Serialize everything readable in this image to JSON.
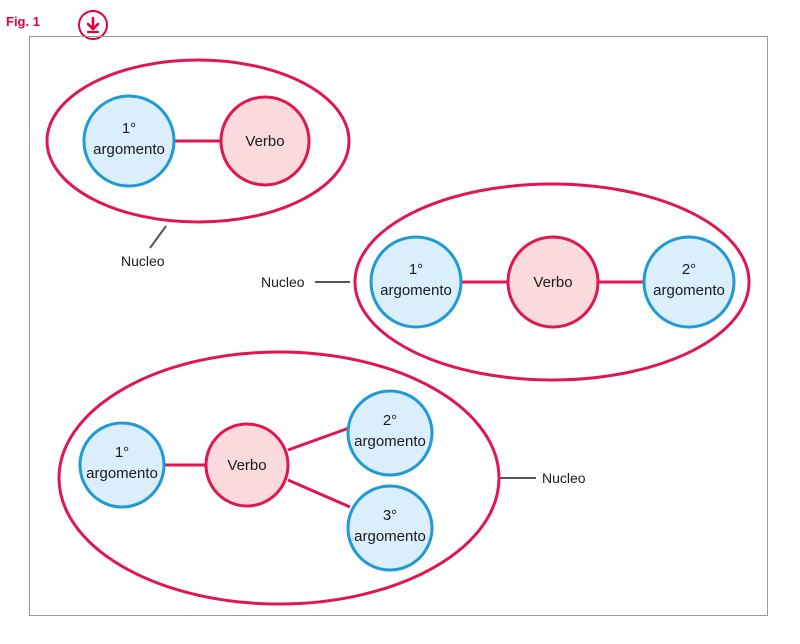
{
  "header": {
    "fig_label": "Fig. 1",
    "download_icon": "download-arrow-icon"
  },
  "colors": {
    "accent": "#e4003a",
    "ellipse_stroke": "#e0174f",
    "argument_fill": "#daeefb",
    "argument_stroke": "#1f9ad6",
    "verb_fill": "#fadadd",
    "verb_stroke": "#e0174f",
    "callout_line": "#555555",
    "frame_border": "#9a9a9a"
  },
  "groups": [
    {
      "callout_label": "Nucleo",
      "nodes": [
        {
          "kind": "argument",
          "line1": "1°",
          "line2": "argomento"
        },
        {
          "kind": "verb",
          "line1": "Verbo",
          "line2": ""
        }
      ]
    },
    {
      "callout_label": "Nucleo",
      "nodes": [
        {
          "kind": "argument",
          "line1": "1°",
          "line2": "argomento"
        },
        {
          "kind": "verb",
          "line1": "Verbo",
          "line2": ""
        },
        {
          "kind": "argument",
          "line1": "2°",
          "line2": "argomento"
        }
      ]
    },
    {
      "callout_label": "Nucleo",
      "nodes": [
        {
          "kind": "argument",
          "line1": "1°",
          "line2": "argomento"
        },
        {
          "kind": "verb",
          "line1": "Verbo",
          "line2": ""
        },
        {
          "kind": "argument",
          "line1": "2°",
          "line2": "argomento"
        },
        {
          "kind": "argument",
          "line1": "3°",
          "line2": "argomento"
        }
      ]
    }
  ]
}
